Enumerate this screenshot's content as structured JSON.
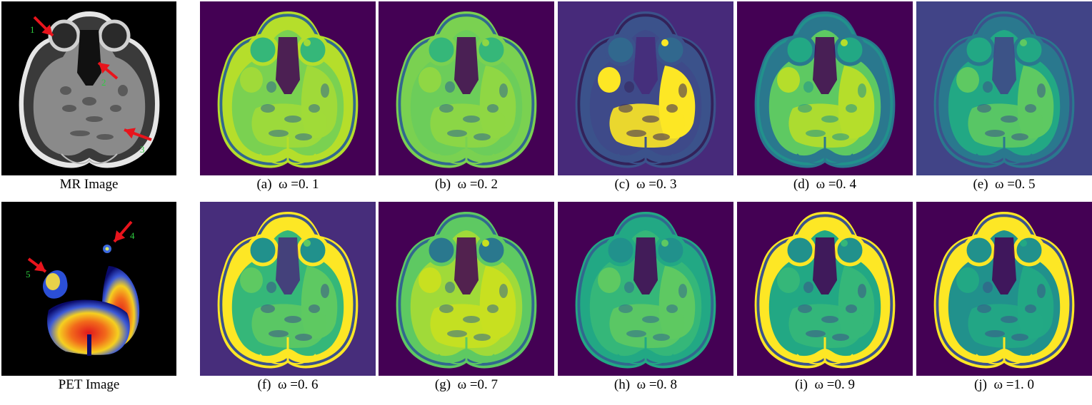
{
  "rows": [
    {
      "source": {
        "label": "MR Image",
        "kind": "mr",
        "annotations": [
          "1",
          "2",
          "3"
        ]
      },
      "fusions": [
        {
          "label": "(a)  ω =0. 1",
          "omega": 0.1,
          "bg": "#440154",
          "skull": "#b5de2b",
          "tissue": "#7ad151",
          "hot": "#a0da39",
          "dark": "#31688e",
          "eye": "#35b779"
        },
        {
          "label": "(b)  ω =0. 2",
          "omega": 0.2,
          "bg": "#440154",
          "skull": "#7ad151",
          "tissue": "#6ccd5a",
          "hot": "#8fd744",
          "dark": "#31688e",
          "eye": "#35b779"
        },
        {
          "label": "(c)  ω =0. 3",
          "omega": 0.3,
          "bg": "#472a7a",
          "skull": "#3b528b",
          "tissue": "#3e4a89",
          "hot": "#fde725",
          "dark": "#33225a",
          "eye": "#31688e"
        },
        {
          "label": "(d)  ω =0. 4",
          "omega": 0.4,
          "bg": "#440154",
          "skull": "#2a788e",
          "tissue": "#5ec962",
          "hot": "#b5de2b",
          "dark": "#21918c",
          "eye": "#22a884"
        },
        {
          "label": "(e)  ω =0. 5",
          "omega": 0.5,
          "bg": "#414487",
          "skull": "#2a788e",
          "tissue": "#22a884",
          "hot": "#5ec962",
          "dark": "#3b528b",
          "eye": "#22a884"
        }
      ]
    },
    {
      "source": {
        "label": "PET Image",
        "kind": "pet",
        "annotations": [
          "4",
          "5"
        ]
      },
      "fusions": [
        {
          "label": "(f)  ω =0. 6",
          "omega": 0.6,
          "bg": "#472d7b",
          "skull": "#fde725",
          "tissue": "#35b779",
          "hot": "#5ec962",
          "dark": "#3b528b",
          "eye": "#21918c"
        },
        {
          "label": "(g)  ω =0. 7",
          "omega": 0.7,
          "bg": "#440154",
          "skull": "#5ec962",
          "tissue": "#a0da39",
          "hot": "#c8e020",
          "dark": "#31688e",
          "eye": "#2a788e"
        },
        {
          "label": "(h)  ω =0. 8",
          "omega": 0.8,
          "bg": "#440154",
          "skull": "#22a884",
          "tissue": "#35b779",
          "hot": "#5ec962",
          "dark": "#31688e",
          "eye": "#21918c"
        },
        {
          "label": "(i)  ω =0. 9",
          "omega": 0.9,
          "bg": "#440154",
          "skull": "#fde725",
          "tissue": "#22a884",
          "hot": "#35b779",
          "dark": "#3b528b",
          "eye": "#21918c"
        },
        {
          "label": "(j)  ω =1. 0",
          "omega": 1.0,
          "bg": "#440154",
          "skull": "#fde725",
          "tissue": "#21918c",
          "hot": "#22a884",
          "dark": "#3b528b",
          "eye": "#21918c"
        }
      ]
    }
  ],
  "colors": {
    "arrow": "#e8141c",
    "annotation_text": "#2ecc40",
    "mr_bg": "#000000",
    "pet_bg": "#000000"
  }
}
